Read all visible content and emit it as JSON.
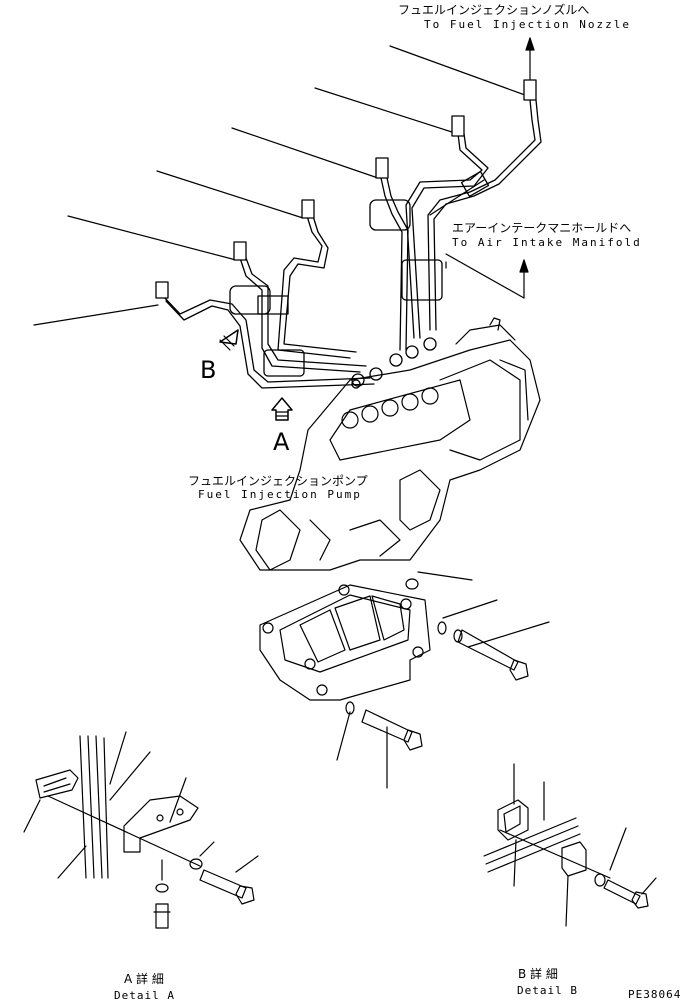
{
  "labels": {
    "nozzle_jp": "フュエルインジェクションノズルへ",
    "nozzle_en": "To Fuel Injection Nozzle",
    "manifold_jp": "エアーインテークマニホールドへ",
    "manifold_en": "To Air Intake Manifold",
    "pump_jp": "フュエルインジェクションポンプ",
    "pump_en": "Fuel Injection Pump",
    "view_a": "A",
    "view_b": "B",
    "detail_a_jp": "A 詳 細",
    "detail_a_en": "Detail A",
    "detail_b_jp": "B 詳 細",
    "detail_b_en": "Detail B",
    "drawing_number": "PE38064"
  }
}
